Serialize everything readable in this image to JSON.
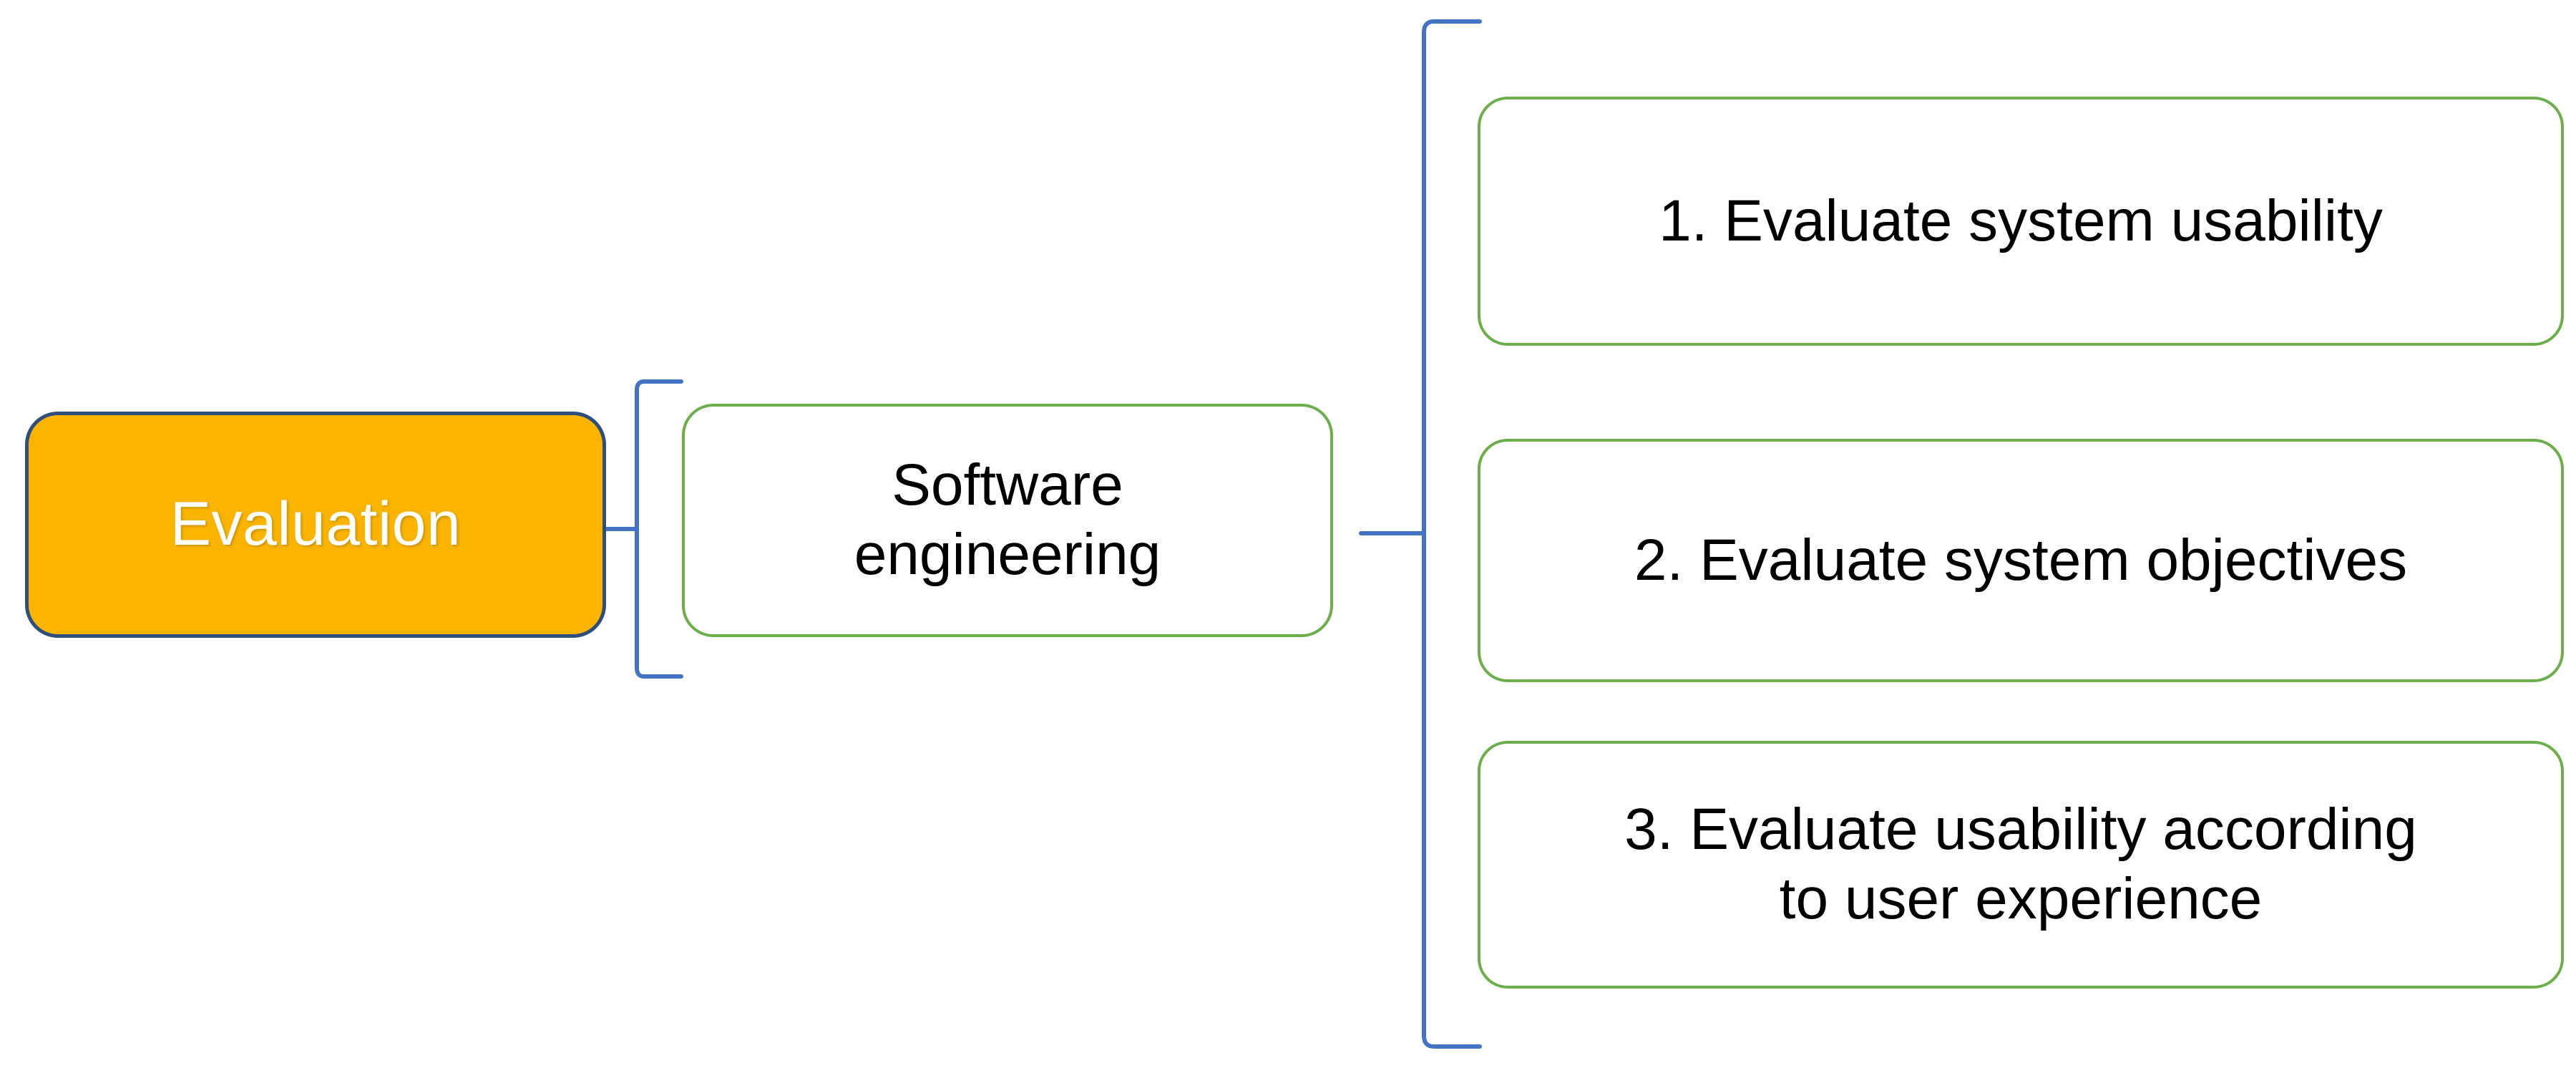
{
  "diagram": {
    "type": "mind-map",
    "title_node": {
      "label": "Evaluation",
      "fill_color": "#FBB500",
      "border_color": "#2E4E7E",
      "text_color": "#FFFFFF"
    },
    "branch_node": {
      "label": "Software\nengineering",
      "fill_color": "#FFFFFF",
      "border_color": "#6BAE4A",
      "text_color": "#000000"
    },
    "leaf_nodes": [
      {
        "index": "1",
        "label": "1. Evaluate system usability",
        "fill_color": "#FFFFFF",
        "border_color": "#6BAE4A",
        "text_color": "#000000"
      },
      {
        "index": "2",
        "label": "2. Evaluate system objectives",
        "fill_color": "#FFFFFF",
        "border_color": "#6BAE4A",
        "text_color": "#000000"
      },
      {
        "index": "3",
        "label": "3. Evaluate usability according\nto user experience",
        "fill_color": "#FFFFFF",
        "border_color": "#6BAE4A",
        "text_color": "#000000"
      }
    ],
    "connectors": {
      "color": "#4472C4",
      "left_bracket_name": "root-to-branch-bracket",
      "right_bracket_name": "branch-to-leaves-bracket"
    }
  }
}
